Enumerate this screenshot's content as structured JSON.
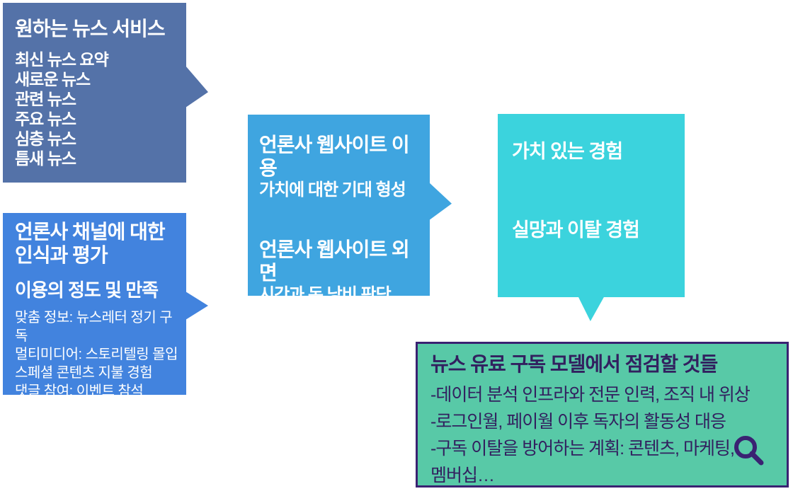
{
  "desired_news": {
    "title": "원하는 뉴스 서비스",
    "items": [
      "최신 뉴스 요약",
      "새로운 뉴스",
      "관련 뉴스",
      "주요 뉴스",
      "심층 뉴스",
      "틈새 뉴스"
    ],
    "color": "#5472A8"
  },
  "channel": {
    "title_line1": "언론사 채널에 대한",
    "title_line2": "인식과 평가",
    "subtitle": "이용의 정도 및 만족",
    "items": [
      "맞춤 정보: 뉴스레터 정기 구독",
      "멀티미디어: 스토리텔링 몰입",
      "스페셜 콘텐츠 지불 경험",
      "댓글 참여: 이벤트 참석"
    ],
    "color": "#4283DE"
  },
  "website": {
    "heading1": "언론사 웹사이트 이용",
    "sub1": "가치에 대한 기대 형성",
    "heading2": "언론사 웹사이트 외면",
    "sub2": "시간과 돈 낭비 판단",
    "color": "#3FA5E0"
  },
  "experience": {
    "line1": "가치 있는 경험",
    "line2": "실망과 이탈 경험",
    "color": "#3BD3DD"
  },
  "subscription": {
    "title": "뉴스 유료 구독 모델에서 점검할 것들",
    "lines": [
      "-데이터 분석 인프라와 전문 인력, 조직 내 위상",
      "-로그인월, 페이월 이후 독자의 활동성 대응",
      "-구독 이탈을 방어하는 계획: 콘텐츠, 마케팅,",
      "멤버십…"
    ],
    "icon": "magnifier-icon",
    "fill": "#58C9A7",
    "border": "#3A2272",
    "text_color": "#32205F"
  }
}
